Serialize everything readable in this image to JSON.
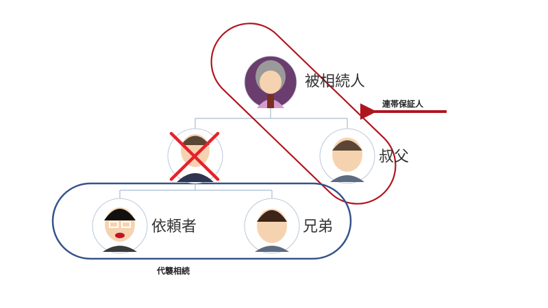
{
  "people": {
    "deceased_parent": {
      "label": "被相続人",
      "icon": "elderly-woman-avatar"
    },
    "deceased_child": {
      "icon": "man-avatar-crossed-out"
    },
    "uncle": {
      "label": "叔父",
      "icon": "man-avatar"
    },
    "client": {
      "label": "依頼者",
      "icon": "man-glasses-avatar"
    },
    "brother": {
      "label": "兄弟",
      "icon": "young-man-avatar"
    }
  },
  "annotations": {
    "guarantor": "連帯保証人",
    "representation": "代襲相続"
  },
  "colors": {
    "red": "#b0141e",
    "blue": "#34538a",
    "line": "#a9bcd0"
  }
}
